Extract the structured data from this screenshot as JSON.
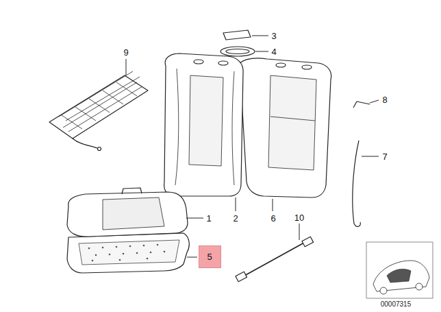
{
  "diagram": {
    "nodes": [
      {
        "text": [
          "5"
        ]
      }
    ],
    "labels": [
      "9",
      "3",
      "4",
      "8",
      "7",
      "1",
      "2",
      "6",
      "10",
      "00007315"
    ]
  }
}
